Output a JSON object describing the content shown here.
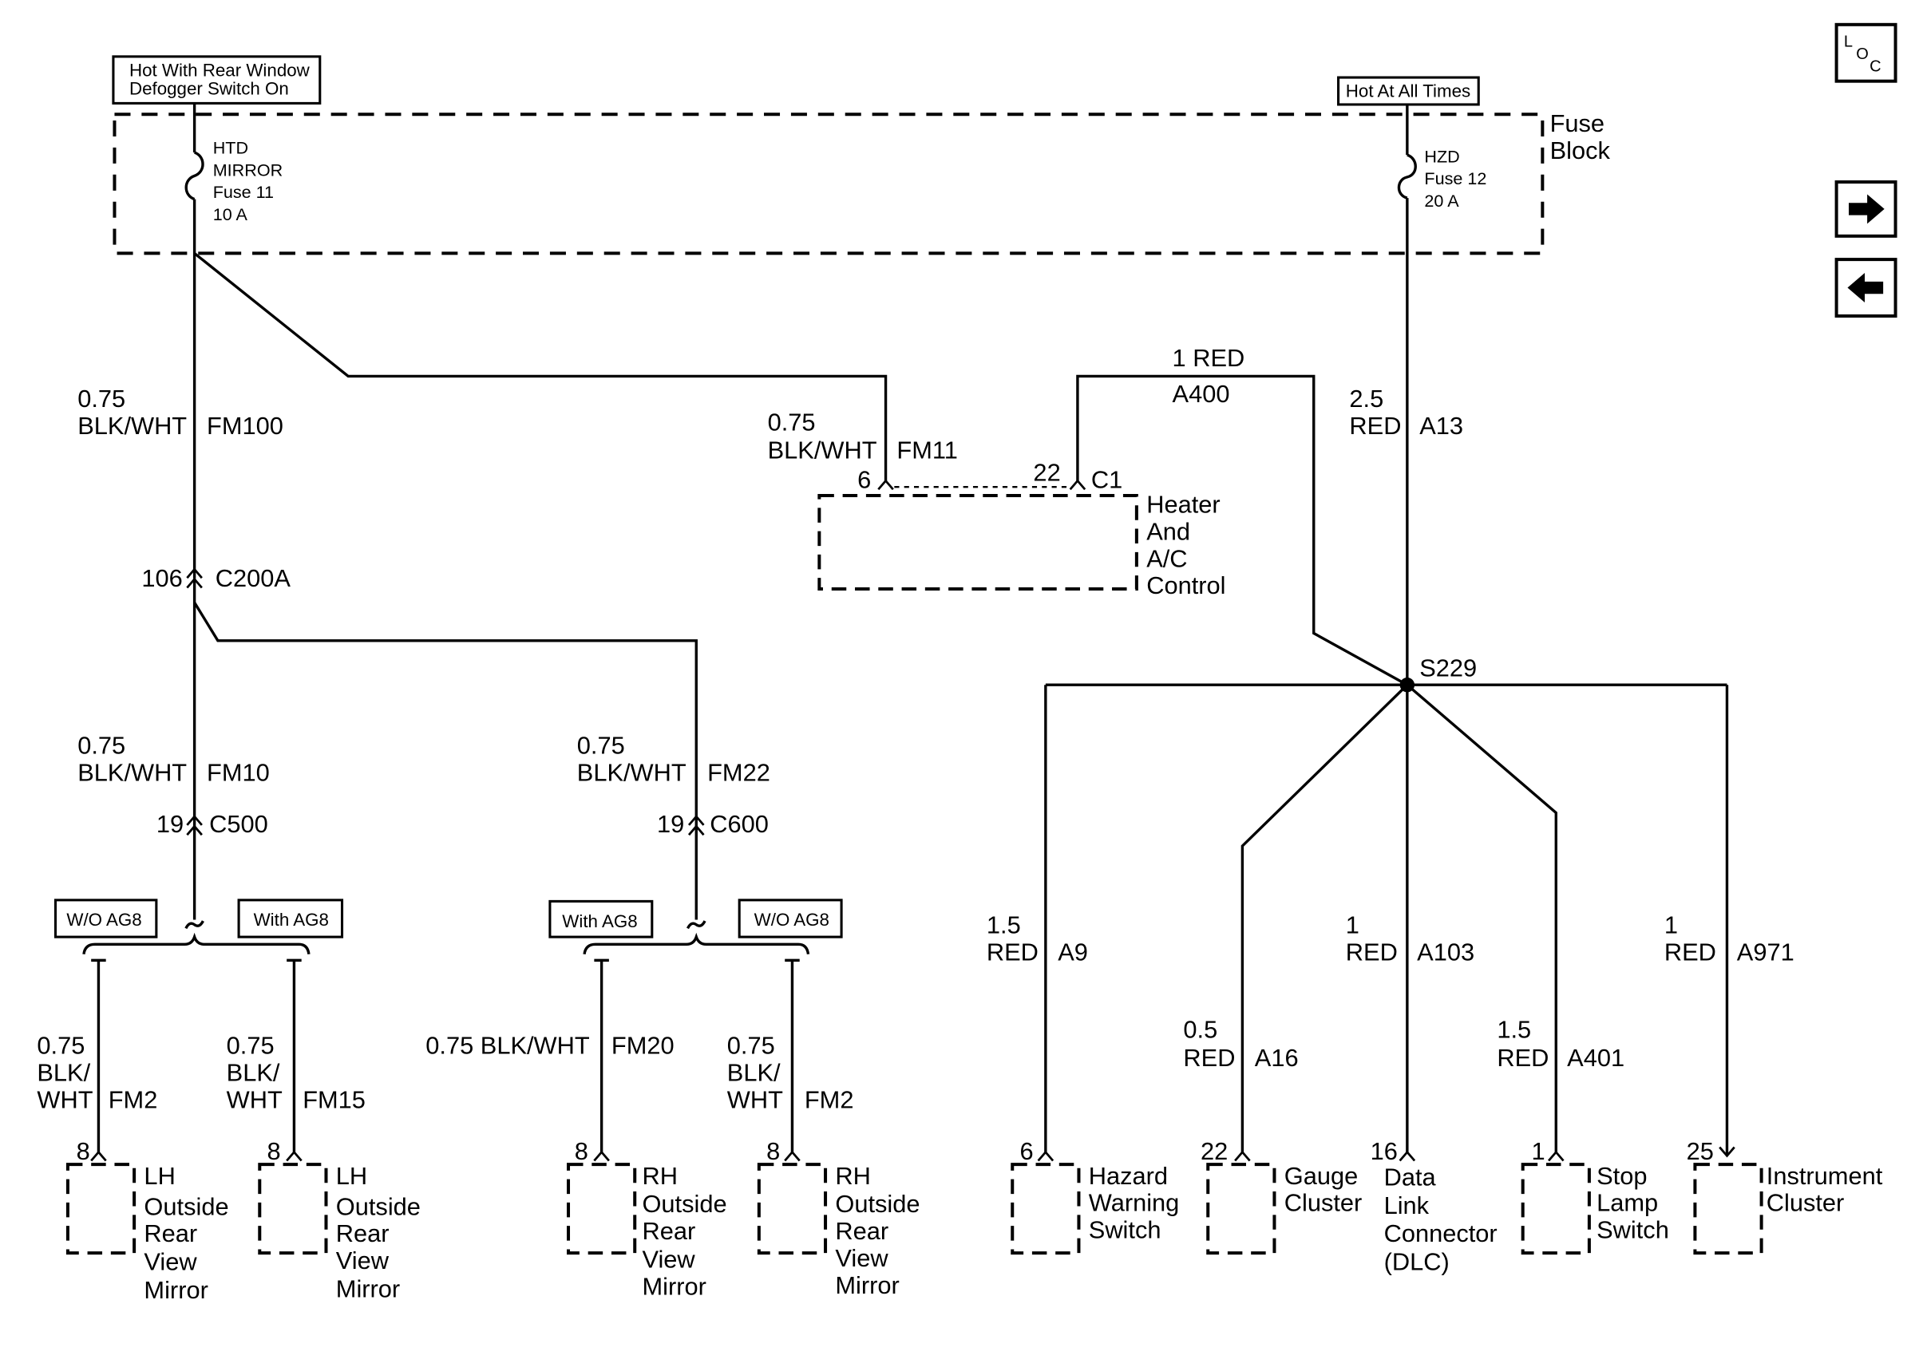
{
  "colors": {
    "line": "#000000",
    "background": "#ffffff"
  },
  "nav": {
    "loc_letters": [
      "L",
      "O",
      "C"
    ],
    "loc_icon": "locator-icon",
    "forward_icon": "arrow-right-icon",
    "back_icon": "arrow-left-icon"
  },
  "power_sources": {
    "rear_defogger": [
      "Hot With Rear Window",
      "Defogger Switch On"
    ],
    "always_hot": "Hot At All Times"
  },
  "fuse_block": {
    "label": [
      "Fuse",
      "Block"
    ],
    "htd_mirror_fuse": [
      "HTD",
      "MIRROR",
      "Fuse 11",
      "10 A"
    ],
    "hzd_fuse": [
      "HZD",
      "Fuse 12",
      "20 A"
    ]
  },
  "circuits": {
    "fm100": {
      "size": "0.75",
      "wire_color": "BLK/WHT",
      "id": "FM100"
    },
    "fm11": {
      "size": "0.75",
      "wire_color": "BLK/WHT",
      "id": "FM11"
    },
    "a400": {
      "size_color": "1 RED",
      "id": "A400"
    },
    "a13": {
      "size": "2.5",
      "wire_color": "RED",
      "id": "A13"
    },
    "fm10": {
      "size": "0.75",
      "wire_color": "BLK/WHT",
      "id": "FM10"
    },
    "fm22": {
      "size": "0.75",
      "wire_color": "BLK/WHT",
      "id": "FM22"
    },
    "fm2_lh": {
      "size": "0.75",
      "wire_color": [
        "BLK/",
        "WHT"
      ],
      "id": "FM2"
    },
    "fm15": {
      "size": "0.75",
      "wire_color": [
        "BLK/",
        "WHT"
      ],
      "id": "FM15"
    },
    "fm20": {
      "size_color": "0.75 BLK/WHT",
      "id": "FM20"
    },
    "fm2_rh": {
      "size": "0.75",
      "wire_color": [
        "BLK/",
        "WHT"
      ],
      "id": "FM2"
    },
    "a9": {
      "size": "1.5",
      "wire_color": "RED",
      "id": "A9"
    },
    "a16": {
      "size": "0.5",
      "wire_color": "RED",
      "id": "A16"
    },
    "a103": {
      "size": "1",
      "wire_color": "RED",
      "id": "A103"
    },
    "a401": {
      "size": "1.5",
      "wire_color": "RED",
      "id": "A401"
    },
    "a971": {
      "size": "1",
      "wire_color": "RED",
      "id": "A971"
    }
  },
  "connectors": {
    "c1": {
      "name": "C1",
      "pins": [
        "6",
        "22"
      ]
    },
    "c200a": {
      "name": "C200A",
      "pin": "106"
    },
    "c500": {
      "name": "C500",
      "pin": "19"
    },
    "c600": {
      "name": "C600",
      "pin": "19"
    },
    "splice": "S229"
  },
  "options": {
    "lh_without": "W/O AG8",
    "lh_with": "With AG8",
    "rh_with": "With AG8",
    "rh_without": "W/O AG8"
  },
  "components": {
    "heater_ac_control": [
      "Heater",
      "And",
      "A/C",
      "Control"
    ],
    "lh_mirror_wo_ag8": {
      "pin": "8",
      "label": [
        "LH",
        "Outside",
        "Rear",
        "View",
        "Mirror"
      ]
    },
    "lh_mirror_with_ag8": {
      "pin": "8",
      "label": [
        "LH",
        "Outside",
        "Rear",
        "View",
        "Mirror"
      ]
    },
    "rh_mirror_with_ag8": {
      "pin": "8",
      "label": [
        "RH",
        "Outside",
        "Rear",
        "View",
        "Mirror"
      ]
    },
    "rh_mirror_wo_ag8": {
      "pin": "8",
      "label": [
        "RH",
        "Outside",
        "Rear",
        "View",
        "Mirror"
      ]
    },
    "hazard_warning_switch": {
      "pin": "6",
      "label": [
        "Hazard",
        "Warning",
        "Switch"
      ]
    },
    "gauge_cluster": {
      "pin": "22",
      "label": [
        "Gauge",
        "Cluster"
      ]
    },
    "data_link_connector": {
      "pin": "16",
      "label": [
        "Data",
        "Link",
        "Connector",
        "(DLC)"
      ]
    },
    "stop_lamp_switch": {
      "pin": "1",
      "label": [
        "Stop",
        "Lamp",
        "Switch"
      ]
    },
    "instrument_cluster": {
      "pin": "25",
      "label": [
        "Instrument",
        "Cluster"
      ]
    }
  }
}
